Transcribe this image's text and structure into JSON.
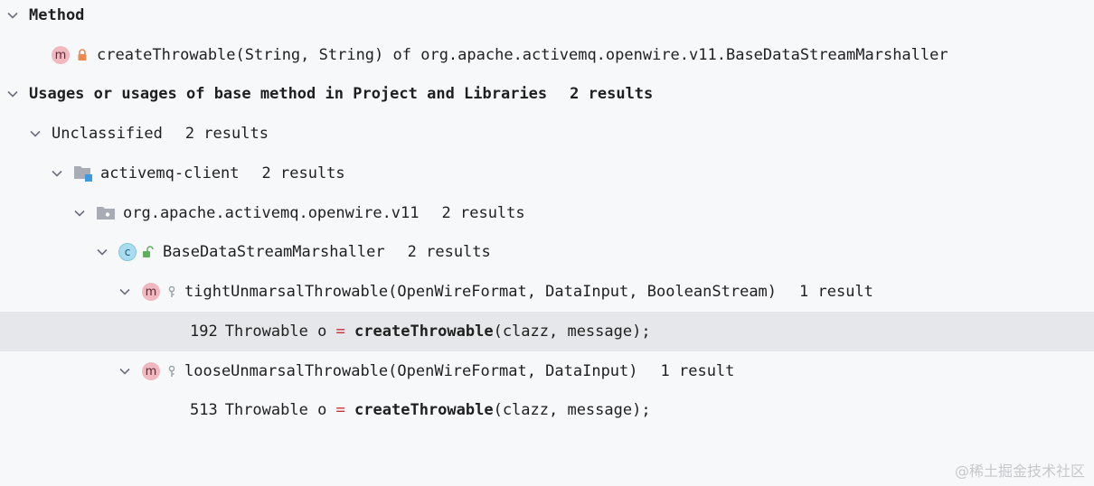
{
  "method_section": {
    "header": "Method",
    "method_signature": "createThrowable(String, String) of org.apache.activemq.openwire.v11.BaseDataStreamMarshaller"
  },
  "usages_section": {
    "header": "Usages or usages of base method in Project and Libraries",
    "count": "2 results"
  },
  "unclassified": {
    "label": "Unclassified",
    "count": "2 results"
  },
  "module": {
    "label": "activemq-client",
    "count": "2 results"
  },
  "package": {
    "label": "org.apache.activemq.openwire.v11",
    "count": "2 results"
  },
  "class_node": {
    "label": "BaseDataStreamMarshaller",
    "count": "2 results"
  },
  "methods": [
    {
      "label": "tightUnmarsalThrowable(OpenWireFormat, DataInput, BooleanStream)",
      "count": "1 result",
      "usage": {
        "line": "192",
        "before": "Throwable o ",
        "op": "=",
        "call": "createThrowable",
        "after": "(clazz, message);"
      }
    },
    {
      "label": "looseUnmarsalThrowable(OpenWireFormat, DataInput)",
      "count": "1 result",
      "usage": {
        "line": "513",
        "before": "Throwable o ",
        "op": "=",
        "call": "createThrowable",
        "after": "(clazz, message);"
      }
    }
  ],
  "icons": {
    "method_letter": "m",
    "class_letter": "c"
  },
  "colors": {
    "background": "#f7f8fa",
    "selection": "#e6e7ea",
    "method_icon": "#f2b8c0",
    "class_icon": "#a8dcee",
    "operator": "#c8303a"
  },
  "watermark": "@稀土掘金技术社区"
}
